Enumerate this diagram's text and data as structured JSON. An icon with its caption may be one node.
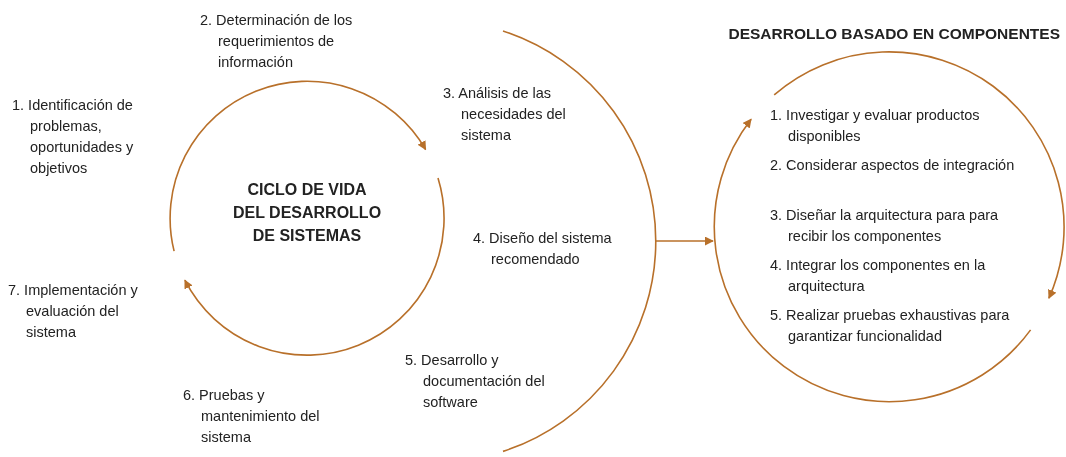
{
  "diagram": {
    "nodes": [
      {
        "text": [
          "CICLO DE VIDA DEL DESARROLLO DE SISTEMAS"
        ]
      },
      {
        "text": [
          "1. Identificación de problemas, oportunidades y objetivos"
        ]
      },
      {
        "text": [
          "2. Determinación de los requerimientos de información"
        ]
      },
      {
        "text": [
          "3. Análisis de las necesidades del sistema"
        ]
      },
      {
        "text": [
          "4. Diseño del sistema recomendado"
        ]
      },
      {
        "text": [
          "5. Desarrollo y documentación del software"
        ]
      },
      {
        "text": [
          "6. Pruebas y mantenimiento del sistema"
        ]
      },
      {
        "text": [
          "7. Implementación y evaluación del sistema"
        ]
      },
      {
        "text": [
          "DESARROLLO BASADO EN COMPONENTES",
          "1. Investigar y evaluar productos disponibles",
          "2. Considerar aspectos de integración",
          "3. Diseñar la arquitectura para para recibir los componentes",
          "4. Integrar los componentes en la arquitectura",
          "5. Realizar pruebas exhaustivas para garantizar funcionalidad"
        ]
      },
      {
        "text": [],
        "shape": "arc"
      }
    ],
    "edges": [
      {
        "from": 9,
        "to": 8,
        "arrow": "to"
      }
    ]
  }
}
